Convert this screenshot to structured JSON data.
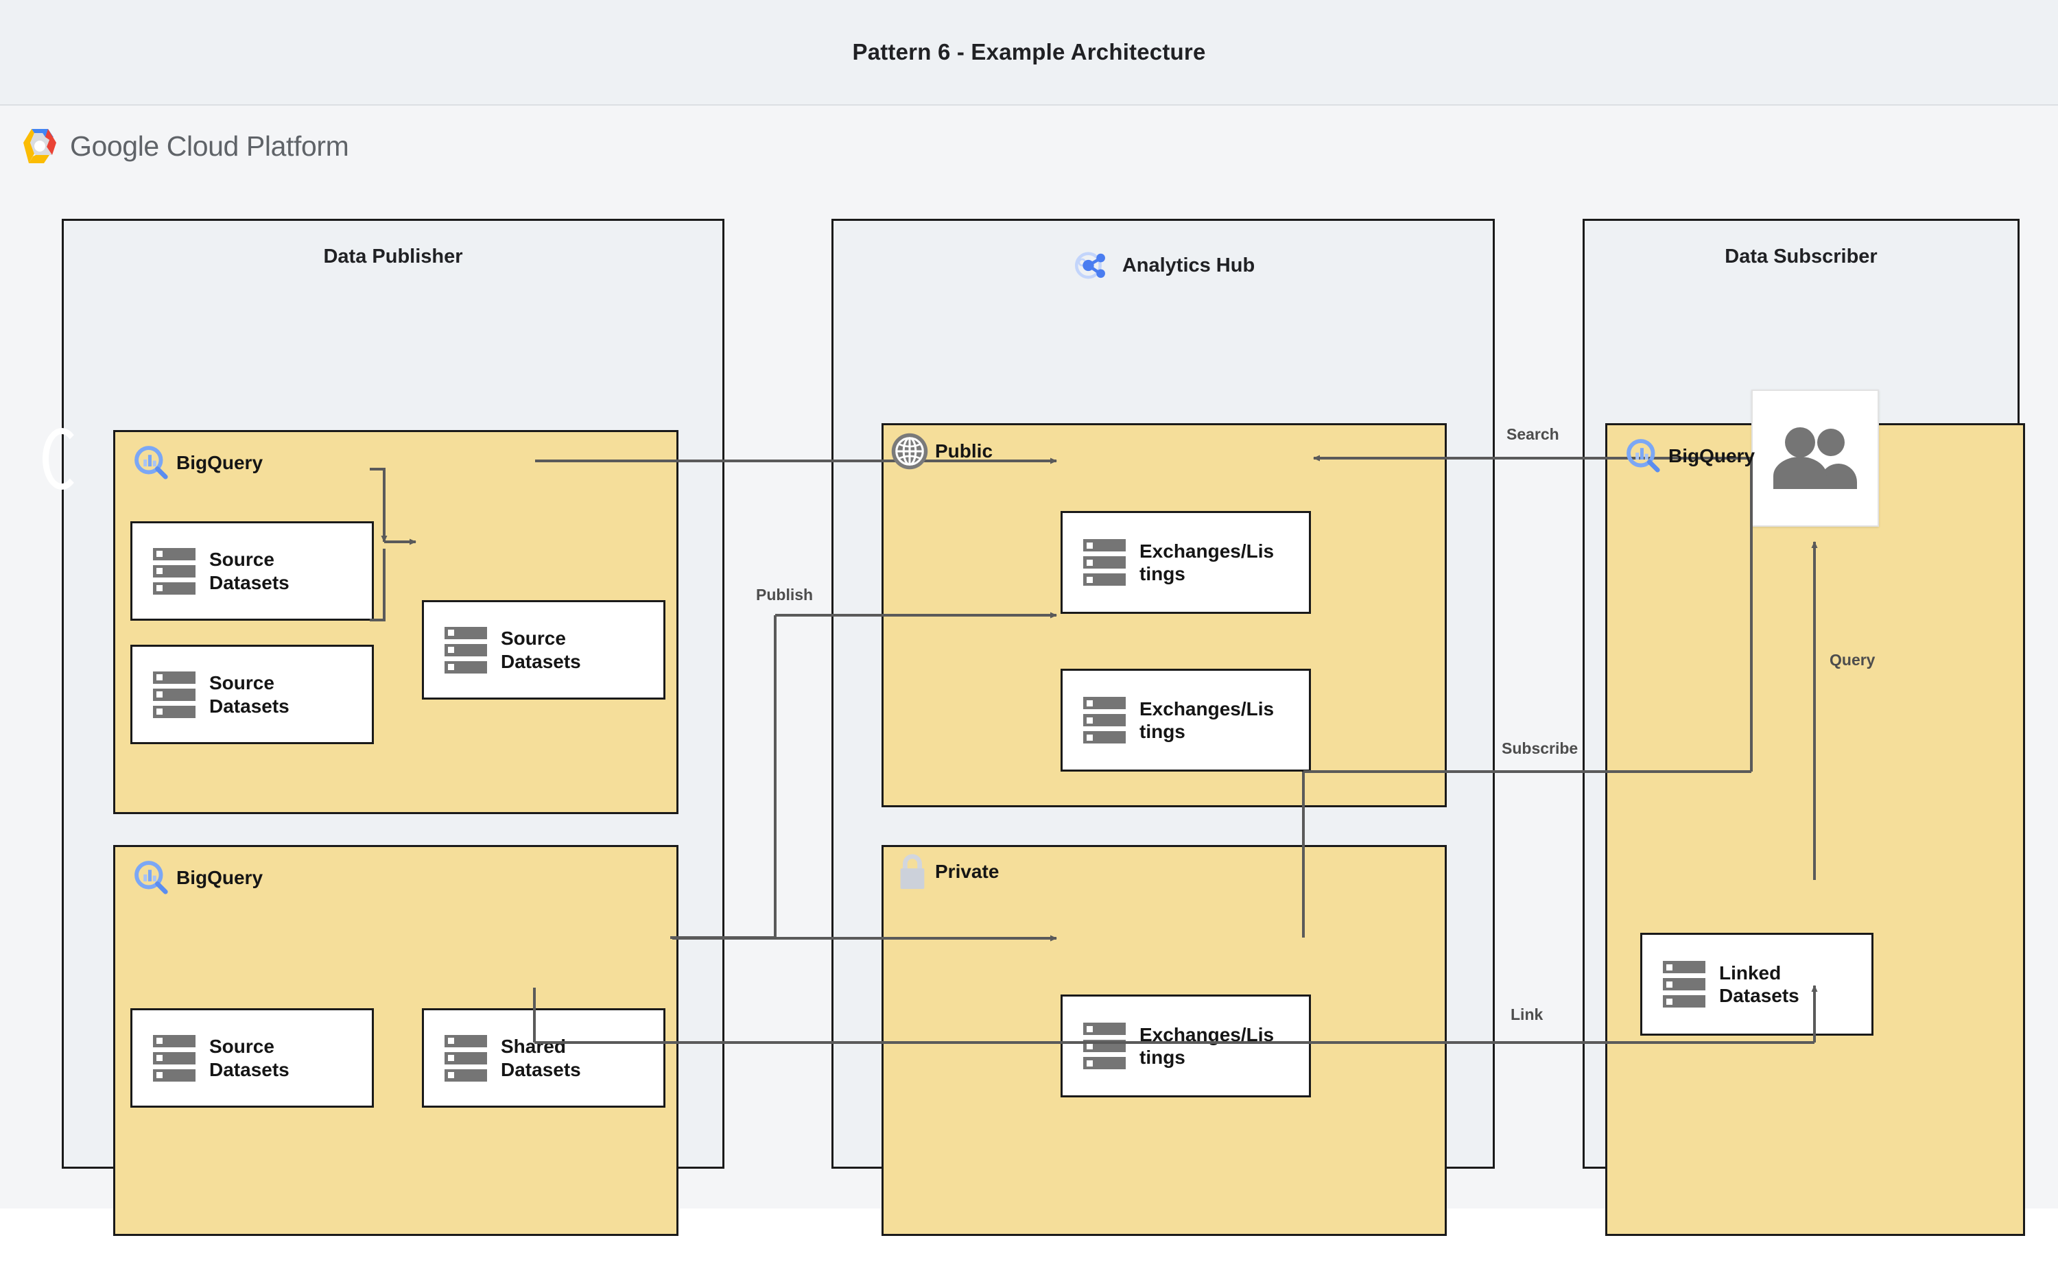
{
  "page": {
    "title": "Pattern 6 - Example Architecture",
    "platform_label": "Google Cloud Platform",
    "background_color": "#f4f5f7",
    "title_band_color": "#eef1f4",
    "zone_fill": "#eef1f4",
    "group_fill": "#f5de9a",
    "node_fill": "#ffffff",
    "stroke_color": "#1a1a1a",
    "wire_color": "#5a5a5a",
    "accent_blue": "#669df6",
    "icon_gray": "#757575"
  },
  "zones": [
    {
      "id": "publisher",
      "title": "Data Publisher",
      "icon": null,
      "groups": [
        {
          "id": "bq-pub-top",
          "label": "BigQuery",
          "icon": "bigquery-icon",
          "nodes": [
            {
              "id": "src-1",
              "label_line1": "Source",
              "label_line2": "Datasets",
              "icon": "datasets-icon"
            },
            {
              "id": "src-2",
              "label_line1": "Source",
              "label_line2": "Datasets",
              "icon": "datasets-icon"
            },
            {
              "id": "src-3",
              "label_line1": "Source",
              "label_line2": "Datasets",
              "icon": "datasets-icon"
            }
          ]
        },
        {
          "id": "bq-pub-bottom",
          "label": "BigQuery",
          "icon": "bigquery-icon",
          "nodes": [
            {
              "id": "src-4",
              "label_line1": "Source",
              "label_line2": "Datasets",
              "icon": "datasets-icon"
            },
            {
              "id": "shared-1",
              "label_line1": "Shared",
              "label_line2": "Datasets",
              "icon": "datasets-icon"
            }
          ]
        }
      ]
    },
    {
      "id": "hub",
      "title": "Analytics Hub",
      "icon": "analytics-hub-icon",
      "groups": [
        {
          "id": "hub-public",
          "label": "Public",
          "icon": "globe-icon",
          "nodes": [
            {
              "id": "ex-pub-1",
              "label_line1": "Exchanges/Lis",
              "label_line2": "tings",
              "icon": "datasets-icon"
            },
            {
              "id": "ex-pub-2",
              "label_line1": "Exchanges/Lis",
              "label_line2": "tings",
              "icon": "datasets-icon"
            }
          ]
        },
        {
          "id": "hub-private",
          "label": "Private",
          "icon": "lock-icon",
          "nodes": [
            {
              "id": "ex-priv-1",
              "label_line1": "Exchanges/Lis",
              "label_line2": "tings",
              "icon": "datasets-icon"
            }
          ]
        }
      ]
    },
    {
      "id": "subscriber",
      "title": "Data Subscriber",
      "icon": null,
      "groups": [
        {
          "id": "bq-sub",
          "label": "BigQuery",
          "icon": "bigquery-icon",
          "nodes": [
            {
              "id": "users",
              "label_line1": "",
              "label_line2": "",
              "icon": "users-icon"
            },
            {
              "id": "linked-1",
              "label_line1": "Linked",
              "label_line2": "Datasets",
              "icon": "datasets-icon"
            }
          ]
        }
      ]
    }
  ],
  "edges": [
    {
      "id": "edge-publish",
      "label": "Publish"
    },
    {
      "id": "edge-search",
      "label": "Search"
    },
    {
      "id": "edge-subscribe",
      "label": "Subscribe"
    },
    {
      "id": "edge-query",
      "label": "Query"
    },
    {
      "id": "edge-link",
      "label": "Link"
    }
  ]
}
